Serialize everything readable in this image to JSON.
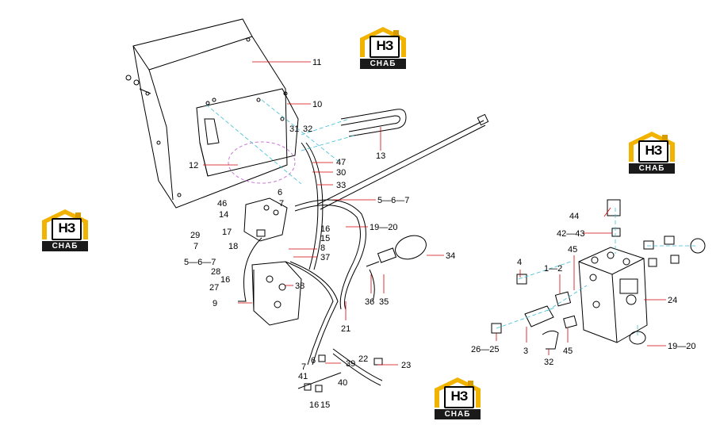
{
  "brand": {
    "mark": "НЗ",
    "plate": "СНАБ",
    "roof_color": "#f2b300",
    "roof_dark": "#d89c00"
  },
  "colors": {
    "line": "#000000",
    "leader": "#d40000",
    "centerline": "#3bbfd6",
    "dimline": "#6d6bd6",
    "accent_green": "#3fa34d"
  },
  "labels": {
    "l11": "11",
    "l10": "10",
    "l13": "13",
    "l12": "12",
    "l31": "31",
    "l32a": "32",
    "l47": "47",
    "l30": "30",
    "l33": "33",
    "l6a": "6",
    "l7a": "7",
    "l46": "46",
    "l14": "14",
    "l5671": "5—6—7",
    "l1920a": "19—20",
    "l17": "17",
    "l16a": "16",
    "l15a": "15",
    "l29": "29",
    "l7b": "7",
    "l18": "18",
    "l8": "8",
    "l37": "37",
    "l5672": "5—6—7",
    "l28": "28",
    "l16b": "16",
    "l27": "27",
    "l38": "38",
    "l9": "9",
    "l34": "34",
    "l36": "36",
    "l35": "35",
    "l21": "21",
    "l6b": "6",
    "l7c": "7",
    "l39": "39",
    "l41": "41",
    "l22": "22",
    "l23": "23",
    "l40": "40",
    "l16c": "16",
    "l15b": "15",
    "l44": "44",
    "l4243": "42—43",
    "l4": "4",
    "l12b": "1—2",
    "l45a": "45",
    "l24": "24",
    "l2625": "26—25",
    "l3": "3",
    "l32b": "32",
    "l45b": "45",
    "l1920b": "19—20"
  }
}
